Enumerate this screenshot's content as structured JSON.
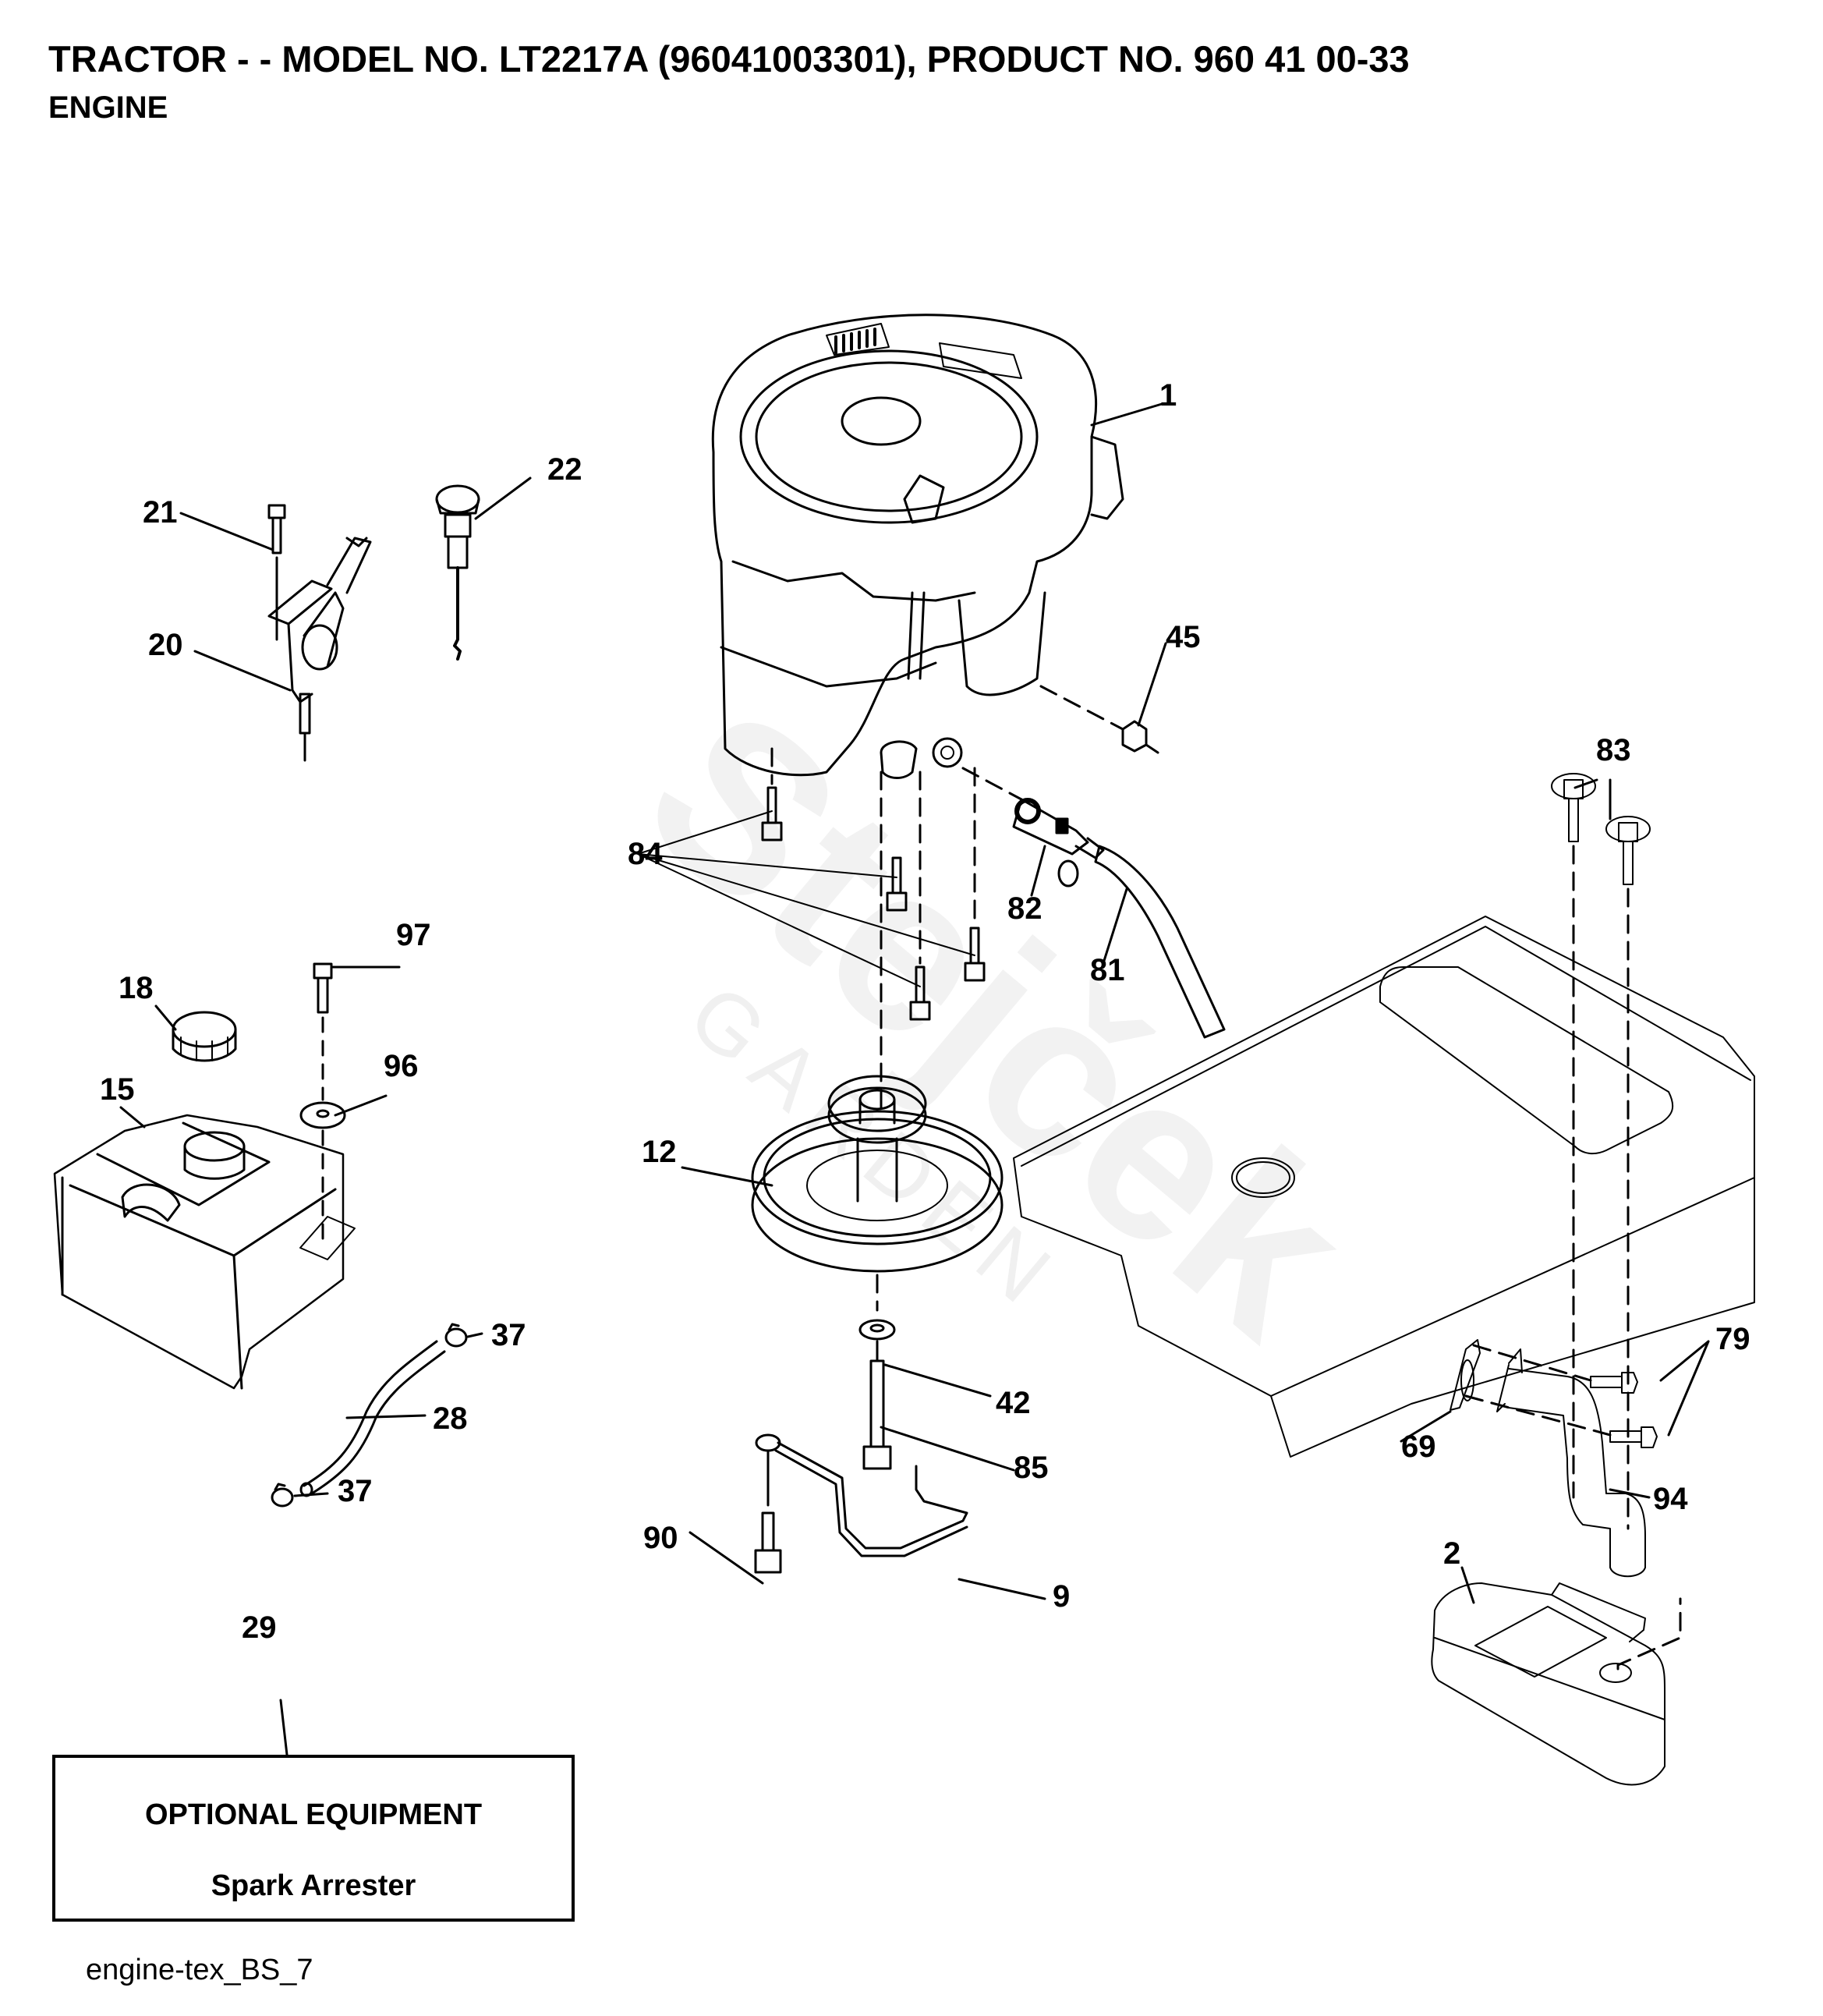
{
  "header": {
    "title_parts": [
      "TRACTOR - - MODEL NO. LT2217A (96041003301), PRODUCT NO. 960 41 00-33"
    ],
    "title": "TRACTOR - - MODEL NO. LT2217A (96041003301), PRODUCT NO. 960 41 00-33",
    "section": "ENGINE"
  },
  "watermark": {
    "brand": "Stejček",
    "sub": "GARDEN"
  },
  "parts": [
    {
      "ref": "1",
      "name": "engine"
    },
    {
      "ref": "2",
      "name": "muffler"
    },
    {
      "ref": "9",
      "name": "belt-guide-wire"
    },
    {
      "ref": "12",
      "name": "engine-pulley"
    },
    {
      "ref": "15",
      "name": "fuel-tank"
    },
    {
      "ref": "18",
      "name": "fuel-cap"
    },
    {
      "ref": "20",
      "name": "throttle-control"
    },
    {
      "ref": "21",
      "name": "screw"
    },
    {
      "ref": "22",
      "name": "choke-control"
    },
    {
      "ref": "28",
      "name": "fuel-line"
    },
    {
      "ref": "29",
      "name": "optional-equipment"
    },
    {
      "ref": "37",
      "name": "hose-clamp"
    },
    {
      "ref": "42",
      "name": "washer"
    },
    {
      "ref": "45",
      "name": "nut"
    },
    {
      "ref": "69",
      "name": "gasket"
    },
    {
      "ref": "79",
      "name": "exhaust-bolt"
    },
    {
      "ref": "81",
      "name": "drain-hose"
    },
    {
      "ref": "82",
      "name": "drain-valve"
    },
    {
      "ref": "83",
      "name": "frame-bolt"
    },
    {
      "ref": "84",
      "name": "engine-mount-bolt"
    },
    {
      "ref": "85",
      "name": "pulley-bolt"
    },
    {
      "ref": "90",
      "name": "guide-bolt"
    },
    {
      "ref": "94",
      "name": "exhaust-pipe"
    },
    {
      "ref": "96",
      "name": "tank-washer"
    },
    {
      "ref": "97",
      "name": "tank-bolt"
    }
  ],
  "callouts": {
    "c1": "1",
    "c2": "2",
    "c9": "9",
    "c12": "12",
    "c15": "15",
    "c18": "18",
    "c20": "20",
    "c21": "21",
    "c22": "22",
    "c28": "28",
    "c29": "29",
    "c37a": "37",
    "c37b": "37",
    "c42": "42",
    "c45": "45",
    "c69": "69",
    "c79": "79",
    "c81": "81",
    "c82": "82",
    "c83": "83",
    "c84": "84",
    "c85": "85",
    "c90": "90",
    "c94": "94",
    "c96": "96",
    "c97": "97"
  },
  "optional_equipment": {
    "heading": "OPTIONAL EQUIPMENT",
    "item": "Spark Arrester"
  },
  "footer": {
    "diagram_code": "engine-tex_BS_7"
  }
}
